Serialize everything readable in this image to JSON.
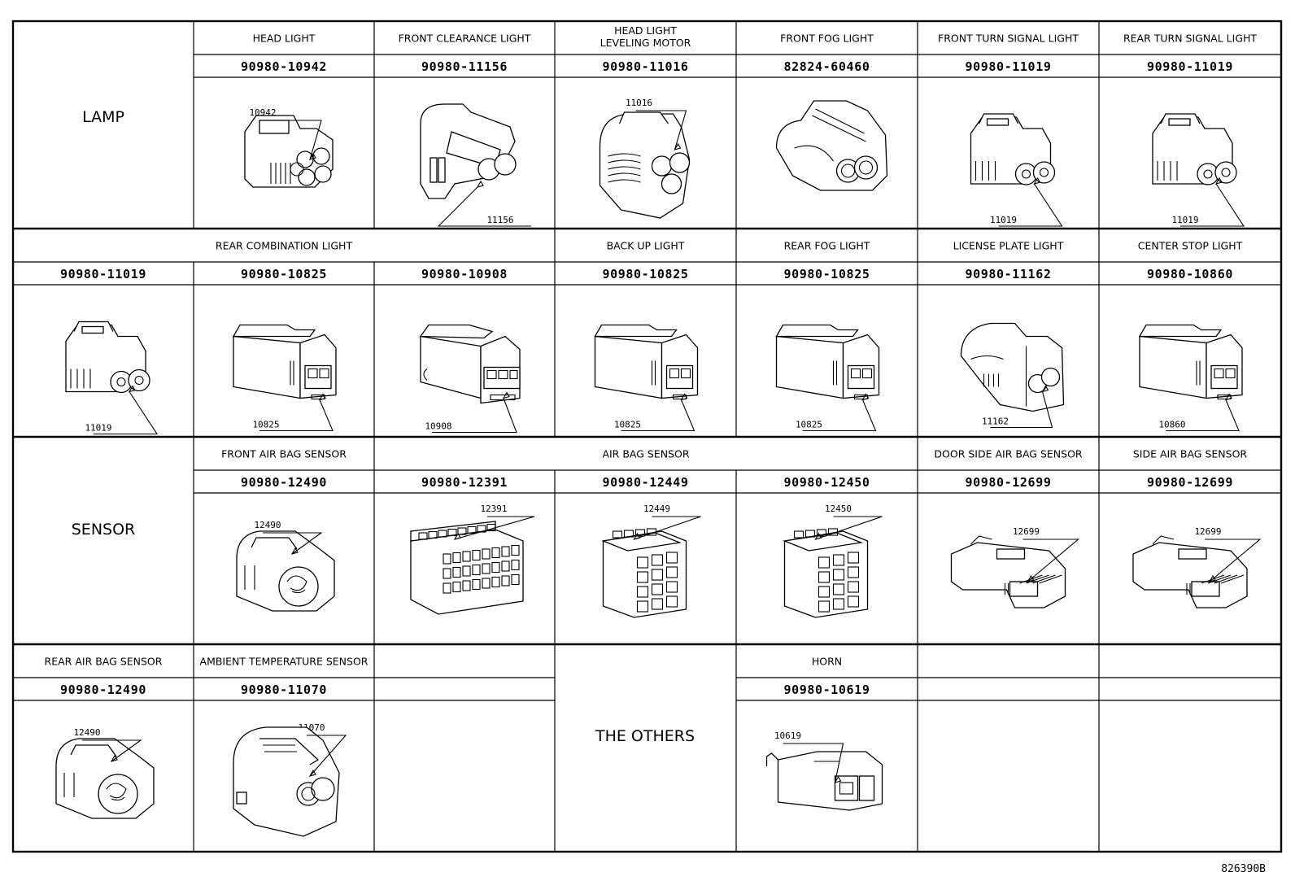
{
  "reference_number": "826390B",
  "categories": [
    {
      "key": "lamp",
      "label": "LAMP"
    },
    {
      "key": "sensor",
      "label": "SENSOR"
    },
    {
      "key": "others",
      "label": "THE OTHERS"
    }
  ],
  "rows": [
    {
      "headers": [
        {
          "label": [
            "HEAD LIGHT"
          ],
          "col": 1,
          "span": 1
        },
        {
          "label": [
            "FRONT CLEARANCE LIGHT"
          ],
          "col": 2,
          "span": 1
        },
        {
          "label": [
            "HEAD LIGHT",
            "LEVELING MOTOR"
          ],
          "col": 3,
          "span": 1
        },
        {
          "label": [
            "FRONT FOG LIGHT"
          ],
          "col": 4,
          "span": 1
        },
        {
          "label": [
            "FRONT TURN SIGNAL LIGHT"
          ],
          "col": 5,
          "span": 1
        },
        {
          "label": [
            "REAR TURN SIGNAL LIGHT"
          ],
          "col": 6,
          "span": 1
        }
      ],
      "parts": [
        {
          "col": 1,
          "pn": "90980-10942",
          "callout": "10942",
          "shape": "conn4"
        },
        {
          "col": 2,
          "pn": "90980-11156",
          "callout": "11156",
          "shape": "conn2long"
        },
        {
          "col": 3,
          "pn": "90980-11016",
          "callout": "11016",
          "shape": "conn3"
        },
        {
          "col": 4,
          "pn": "82824-60460",
          "callout": "",
          "shape": "conn2round"
        },
        {
          "col": 5,
          "pn": "90980-11019",
          "callout": "11019",
          "shape": "conn2"
        },
        {
          "col": 6,
          "pn": "90980-11019",
          "callout": "11019",
          "shape": "conn2"
        }
      ]
    },
    {
      "headers": [
        {
          "label": [
            "REAR COMBINATION LIGHT"
          ],
          "col": 0,
          "span": 3
        },
        {
          "label": [
            "BACK UP LIGHT"
          ],
          "col": 3,
          "span": 1
        },
        {
          "label": [
            "REAR FOG LIGHT"
          ],
          "col": 4,
          "span": 1
        },
        {
          "label": [
            "LICENSE PLATE LIGHT"
          ],
          "col": 5,
          "span": 1
        },
        {
          "label": [
            "CENTER STOP LIGHT"
          ],
          "col": 6,
          "span": 1
        }
      ],
      "parts": [
        {
          "col": 0,
          "pn": "90980-11019",
          "callout": "11019",
          "shape": "conn2"
        },
        {
          "col": 1,
          "pn": "90980-10825",
          "callout": "10825",
          "shape": "box2"
        },
        {
          "col": 2,
          "pn": "90980-10908",
          "callout": "10908",
          "shape": "box3"
        },
        {
          "col": 3,
          "pn": "90980-10825",
          "callout": "10825",
          "shape": "box2"
        },
        {
          "col": 4,
          "pn": "90980-10825",
          "callout": "10825",
          "shape": "box2"
        },
        {
          "col": 5,
          "pn": "90980-11162",
          "callout": "11162",
          "shape": "conn2side"
        },
        {
          "col": 6,
          "pn": "90980-10860",
          "callout": "10860",
          "shape": "box2"
        }
      ]
    },
    {
      "headers": [
        {
          "label": [
            "FRONT AIR BAG SENSOR"
          ],
          "col": 1,
          "span": 1
        },
        {
          "label": [
            "AIR BAG SENSOR"
          ],
          "col": 2,
          "span": 3
        },
        {
          "label": [
            "DOOR SIDE AIR BAG SENSOR"
          ],
          "col": 5,
          "span": 1
        },
        {
          "label": [
            "SIDE AIR BAG SENSOR"
          ],
          "col": 6,
          "span": 1
        }
      ],
      "parts": [
        {
          "col": 1,
          "pn": "90980-12490",
          "callout": "12490",
          "shape": "airbag"
        },
        {
          "col": 2,
          "pn": "90980-12391",
          "callout": "12391",
          "shape": "multi24"
        },
        {
          "col": 3,
          "pn": "90980-12449",
          "callout": "12449",
          "shape": "multi12"
        },
        {
          "col": 4,
          "pn": "90980-12450",
          "callout": "12450",
          "shape": "multi12"
        },
        {
          "col": 5,
          "pn": "90980-12699",
          "callout": "12699",
          "shape": "flat"
        },
        {
          "col": 6,
          "pn": "90980-12699",
          "callout": "12699",
          "shape": "flat"
        }
      ]
    },
    {
      "headers": [
        {
          "label": [
            "REAR AIR BAG SENSOR"
          ],
          "col": 0,
          "span": 1
        },
        {
          "label": [
            "AMBIENT TEMPERATURE SENSOR"
          ],
          "col": 1,
          "span": 1
        },
        {
          "label": [
            "HORN"
          ],
          "col": 4,
          "span": 1
        }
      ],
      "parts": [
        {
          "col": 0,
          "pn": "90980-12490",
          "callout": "12490",
          "shape": "airbag"
        },
        {
          "col": 1,
          "pn": "90980-11070",
          "callout": "11070",
          "shape": "conn2temp"
        },
        {
          "col": 4,
          "pn": "90980-10619",
          "callout": "10619",
          "shape": "horn"
        }
      ]
    }
  ]
}
